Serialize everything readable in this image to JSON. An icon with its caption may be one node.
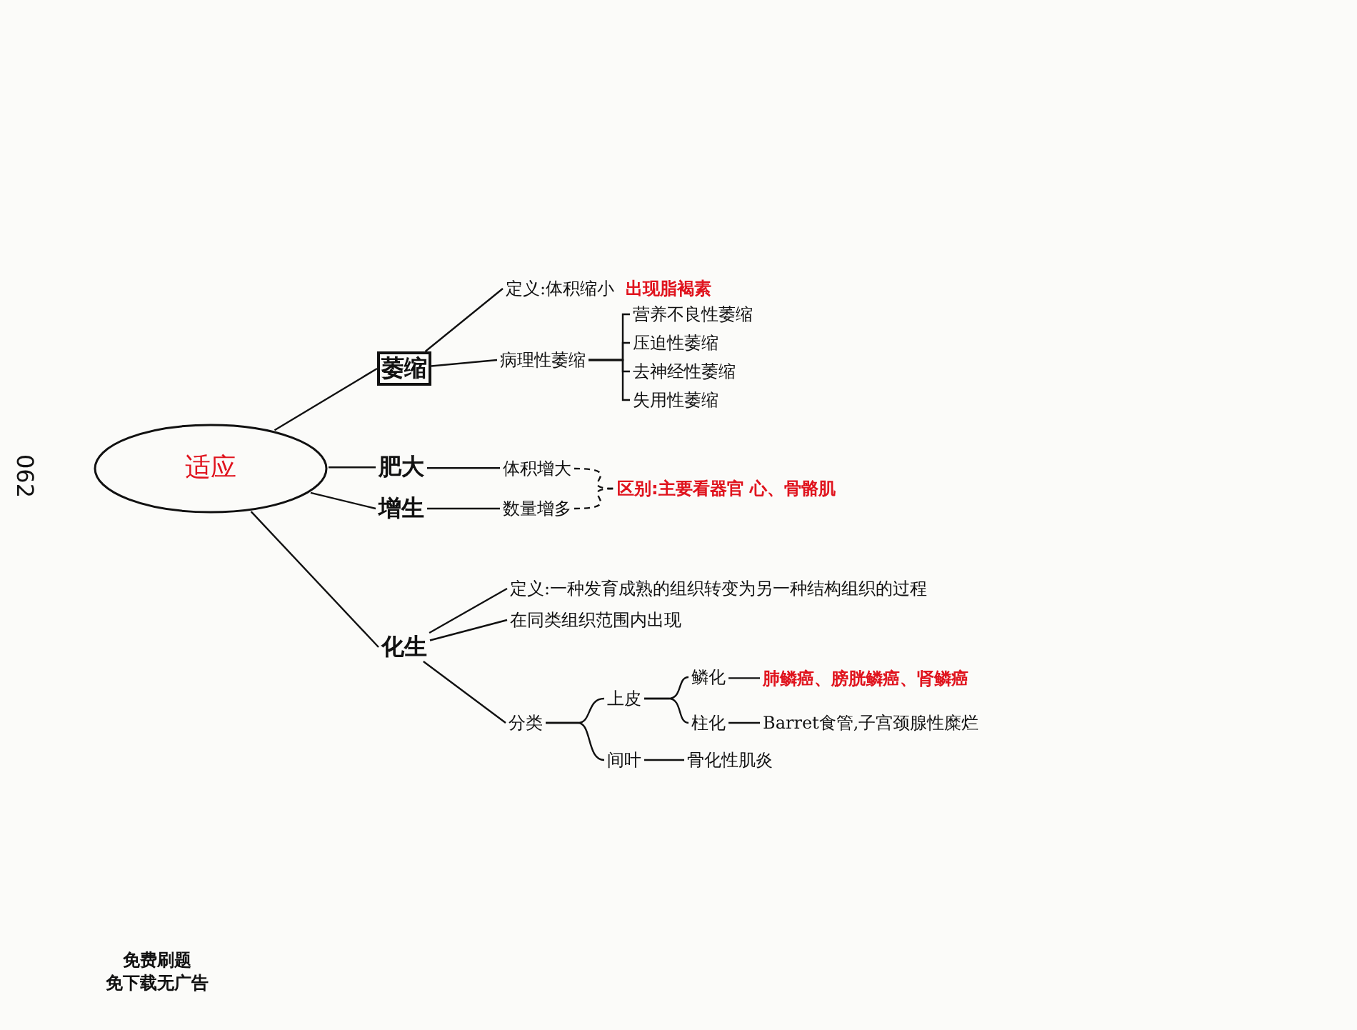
{
  "diagram": {
    "nodes": [
      {
        "text": [
          "适应"
        ]
      },
      {
        "text": [
          "萎缩"
        ]
      },
      {
        "text": [
          "定义:体积缩小"
        ],
        "beside": [
          "出现脂褐素"
        ]
      },
      {
        "text": [
          "病理性萎缩"
        ]
      },
      {
        "text": [
          "营养不良性萎缩"
        ]
      },
      {
        "text": [
          "压迫性萎缩"
        ]
      },
      {
        "text": [
          "去神经性萎缩"
        ]
      },
      {
        "text": [
          "失用性萎缩"
        ]
      },
      {
        "text": [
          "肥大"
        ]
      },
      {
        "text": [
          "增生"
        ]
      },
      {
        "text": [
          "体积增大"
        ]
      },
      {
        "text": [
          "数量增多"
        ]
      },
      {
        "text": [
          "区别:主要看器官 心、骨骼肌"
        ]
      },
      {
        "text": [
          "化生"
        ]
      },
      {
        "text": [
          "定义:一种发育成熟的组织转变为另一种结构组织的过程"
        ]
      },
      {
        "text": [
          "在同类组织范围内出现"
        ]
      },
      {
        "text": [
          "分类"
        ]
      },
      {
        "text": [
          "上皮"
        ]
      },
      {
        "text": [
          "间叶"
        ]
      },
      {
        "text": [
          "鳞化"
        ]
      },
      {
        "text": [
          "柱化"
        ]
      },
      {
        "text": [
          "肺鳞癌、膀胱鳞癌、肾鳞癌"
        ]
      },
      {
        "text": [
          "Barret食管,子宫颈腺性糜烂"
        ]
      },
      {
        "text": [
          "骨化性肌炎"
        ]
      }
    ],
    "edges": [
      {
        "from": 0,
        "to": 1,
        "arrow": "none"
      },
      {
        "from": 0,
        "to": 8,
        "arrow": "none"
      },
      {
        "from": 0,
        "to": 9,
        "arrow": "none"
      },
      {
        "from": 0,
        "to": 13,
        "arrow": "none"
      },
      {
        "from": 1,
        "to": 2,
        "arrow": "none"
      },
      {
        "from": 1,
        "to": 3,
        "arrow": "none"
      },
      {
        "from": 3,
        "to": 4,
        "arrow": "none"
      },
      {
        "from": 3,
        "to": 5,
        "arrow": "none"
      },
      {
        "from": 3,
        "to": 6,
        "arrow": "none"
      },
      {
        "from": 3,
        "to": 7,
        "arrow": "none"
      },
      {
        "from": 8,
        "to": 10,
        "arrow": "none"
      },
      {
        "from": 9,
        "to": 11,
        "arrow": "none"
      },
      {
        "from": 10,
        "to": 12,
        "arrow": "none",
        "style": "dashed"
      },
      {
        "from": 11,
        "to": 12,
        "arrow": "none",
        "style": "dashed"
      },
      {
        "from": 13,
        "to": 14,
        "arrow": "none"
      },
      {
        "from": 13,
        "to": 15,
        "arrow": "none"
      },
      {
        "from": 13,
        "to": 16,
        "arrow": "none"
      },
      {
        "from": 16,
        "to": 17,
        "arrow": "none"
      },
      {
        "from": 16,
        "to": 18,
        "arrow": "none"
      },
      {
        "from": 17,
        "to": 19,
        "arrow": "none"
      },
      {
        "from": 17,
        "to": 20,
        "arrow": "none"
      },
      {
        "from": 19,
        "to": 21,
        "arrow": "none"
      },
      {
        "from": 20,
        "to": 22,
        "arrow": "none"
      },
      {
        "from": 18,
        "to": 23,
        "arrow": "none"
      }
    ],
    "labels": [
      "062",
      "免费刷题",
      "免下载无广告"
    ]
  }
}
